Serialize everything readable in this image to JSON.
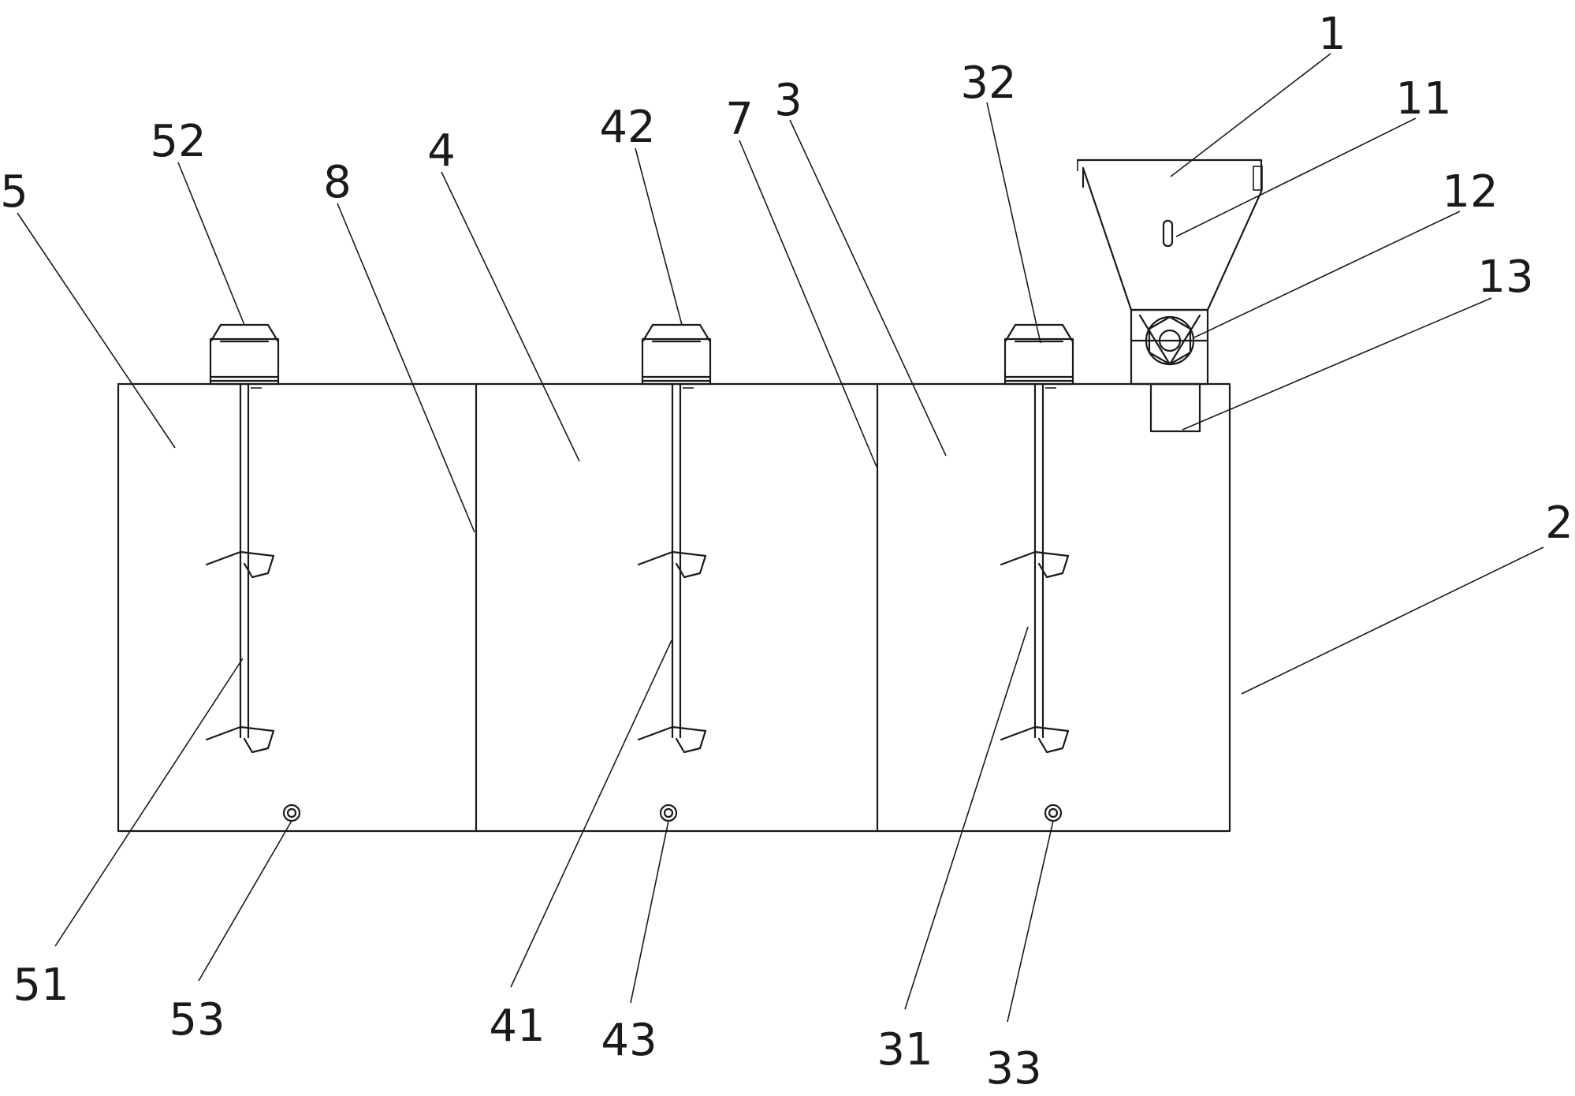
{
  "diagram": {
    "labels": [
      {
        "id": "1",
        "text": "1"
      },
      {
        "id": "11",
        "text": "11"
      },
      {
        "id": "12",
        "text": "12"
      },
      {
        "id": "13",
        "text": "13"
      },
      {
        "id": "2",
        "text": "2"
      },
      {
        "id": "3",
        "text": "3"
      },
      {
        "id": "31",
        "text": "31"
      },
      {
        "id": "32",
        "text": "32"
      },
      {
        "id": "33",
        "text": "33"
      },
      {
        "id": "4",
        "text": "4"
      },
      {
        "id": "41",
        "text": "41"
      },
      {
        "id": "42",
        "text": "42"
      },
      {
        "id": "43",
        "text": "43"
      },
      {
        "id": "5",
        "text": "5"
      },
      {
        "id": "51",
        "text": "51"
      },
      {
        "id": "52",
        "text": "52"
      },
      {
        "id": "53",
        "text": "53"
      },
      {
        "id": "7",
        "text": "7"
      },
      {
        "id": "8",
        "text": "8"
      }
    ]
  }
}
